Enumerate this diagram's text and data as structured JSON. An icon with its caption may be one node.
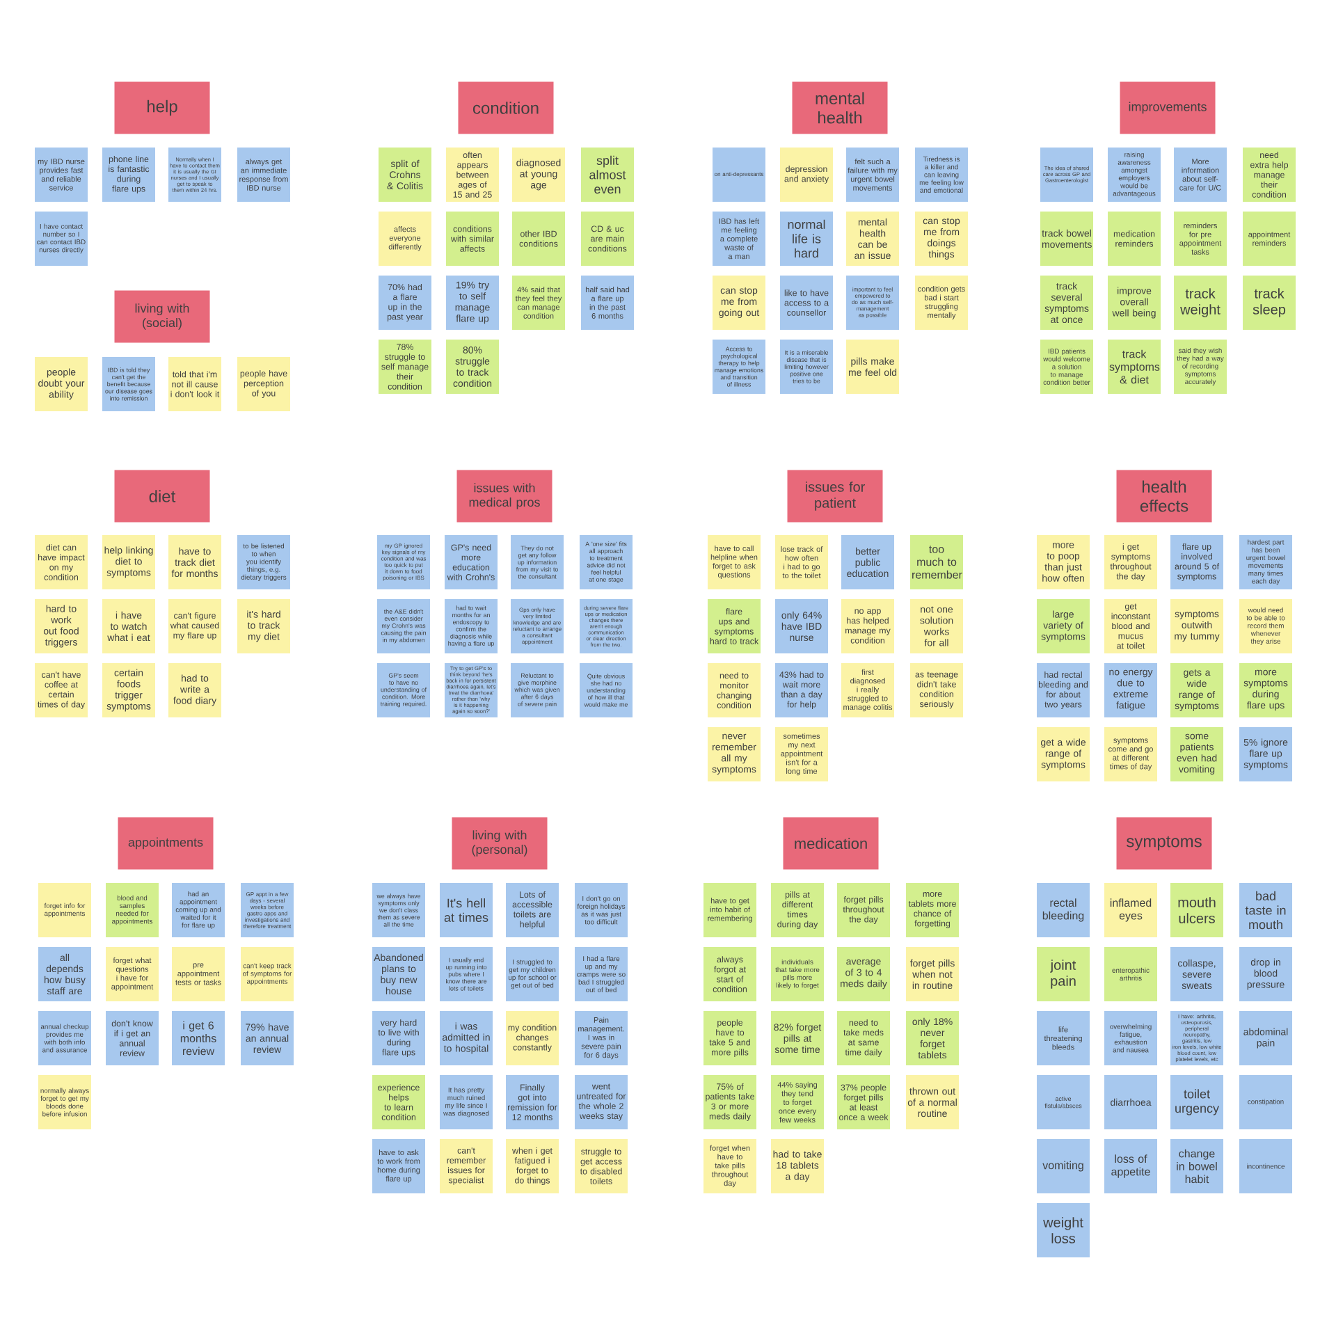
{
  "diagram": {
    "nodes": [
      {
        "text": [
          "help"
        ]
      },
      {
        "text": [
          "my IBD nurse provides fast and reliable service"
        ]
      },
      {
        "text": [
          "phone line is fantastic during flare ups"
        ]
      },
      {
        "text": [
          "Normally when I have to contact them it is usually the GI nurses and I usually get to speak to them within 24 hrs."
        ]
      },
      {
        "text": [
          "always get an immediate response from IBD nurse"
        ]
      },
      {
        "text": [
          "I have contact number so I can contact IBD nurses directly"
        ]
      },
      {
        "text": [
          "living with (social)"
        ]
      },
      {
        "text": [
          "people doubt your ability"
        ]
      },
      {
        "text": [
          "IBD is told they can't get the benefit because our disease goes into remission"
        ]
      },
      {
        "text": [
          "told that i'm not ill cause i don't look it"
        ]
      },
      {
        "text": [
          "people have perception of you"
        ]
      },
      {
        "text": [
          "condition"
        ]
      },
      {
        "text": [
          "split of Crohns & Colitis"
        ]
      },
      {
        "text": [
          "often appears between ages of 15 and 25"
        ]
      },
      {
        "text": [
          "diagnosed at young age"
        ]
      },
      {
        "text": [
          "split almost even"
        ]
      },
      {
        "text": [
          "affects everyone differently"
        ]
      },
      {
        "text": [
          "conditions with similar affects"
        ]
      },
      {
        "text": [
          "other IBD conditions"
        ]
      },
      {
        "text": [
          "CD & uc are main conditions"
        ]
      },
      {
        "text": [
          "70% had a flare up in the past year"
        ]
      },
      {
        "text": [
          "19% try to self manage flare up"
        ]
      },
      {
        "text": [
          "4% said that they feel they can manage condition"
        ]
      },
      {
        "text": [
          "half said had a flare up in the past 6 months"
        ]
      },
      {
        "text": [
          "78% struggle to self manage their condition"
        ]
      },
      {
        "text": [
          "80% struggle to track condition"
        ]
      },
      {
        "text": [
          "mental health"
        ]
      },
      {
        "text": [
          "on anti-depressants"
        ]
      },
      {
        "text": [
          "depression and anxiety"
        ]
      },
      {
        "text": [
          "felt such a failure with my urgent bowel movements"
        ]
      },
      {
        "text": [
          "Tiredness is a killer and can leaving me feeling low and emotional"
        ]
      },
      {
        "text": [
          "IBD has left me feeling a complete waste of a man"
        ]
      },
      {
        "text": [
          "normal life is hard"
        ]
      },
      {
        "text": [
          "mental health can be an issue"
        ]
      },
      {
        "text": [
          "can stop me from doings things"
        ]
      },
      {
        "text": [
          "can stop me from going out"
        ]
      },
      {
        "text": [
          "like to have access to a counsellor"
        ]
      },
      {
        "text": [
          "important to feel empowered to do as much self-management as possible"
        ]
      },
      {
        "text": [
          "condition gets bad i start struggling mentally"
        ]
      },
      {
        "text": [
          "Access to psychological therapy to help manage emotions and transition of illness"
        ]
      },
      {
        "text": [
          "It is a miserable disease that is limiting however positive one tries to be"
        ]
      },
      {
        "text": [
          "pills make me feel old"
        ]
      },
      {
        "text": [
          "improvements"
        ]
      },
      {
        "text": [
          "The idea of shared care across GP and Gastroenterologist"
        ]
      },
      {
        "text": [
          "raising awareness amongst employers would be advantageous"
        ]
      },
      {
        "text": [
          "More information about self-care for U/C"
        ]
      },
      {
        "text": [
          "need extra help manage their condition"
        ]
      },
      {
        "text": [
          "track bowel movements"
        ]
      },
      {
        "text": [
          "medication reminders"
        ]
      },
      {
        "text": [
          "reminders for pre appointment tasks"
        ]
      },
      {
        "text": [
          "appointment reminders"
        ]
      },
      {
        "text": [
          "track several symptoms at once"
        ]
      },
      {
        "text": [
          "improve overall well being"
        ]
      },
      {
        "text": [
          "track weight"
        ]
      },
      {
        "text": [
          "track sleep"
        ]
      },
      {
        "text": [
          "IBD patients would welcome a solution to manage condition better"
        ]
      },
      {
        "text": [
          "track symptoms & diet"
        ]
      },
      {
        "text": [
          "said they wish they had a way of recording symptoms accurately"
        ]
      },
      {
        "text": [
          "diet"
        ]
      },
      {
        "text": [
          "diet can have impact on my condition"
        ]
      },
      {
        "text": [
          "help linking diet to symptoms"
        ]
      },
      {
        "text": [
          "have to track diet for months"
        ]
      },
      {
        "text": [
          "to be listened to when you identify things, e.g. dietary triggers"
        ]
      },
      {
        "text": [
          "hard to work out food triggers"
        ]
      },
      {
        "text": [
          "i have to watch what i eat"
        ]
      },
      {
        "text": [
          "can't figure what caused my flare up"
        ]
      },
      {
        "text": [
          "it's hard to track my diet"
        ]
      },
      {
        "text": [
          "can't have coffee at certain times of day"
        ]
      },
      {
        "text": [
          "certain foods trigger symptoms"
        ]
      },
      {
        "text": [
          "had to write a food diary"
        ]
      },
      {
        "text": [
          "issues with medical pros"
        ]
      },
      {
        "text": [
          "my GP ignored key signals of my condition and was too quick to put it down to food poisoning or IBS"
        ]
      },
      {
        "text": [
          "GP's need more education with Crohn's"
        ]
      },
      {
        "text": [
          "They do not get any follow up information from my visit to the consultant"
        ]
      },
      {
        "text": [
          "A 'one size' fits all approach to treatment advice did not feel helpful at one stage"
        ]
      },
      {
        "text": [
          "the A&E didn't even consider my Crohn's was causing the pain in my abdomen"
        ]
      },
      {
        "text": [
          "had to wait months for an endoscopy to confirm the diagnosis while having a flare up"
        ]
      },
      {
        "text": [
          "Gps only have very limited knowledge and are reluctant to arrange a consultant appointment"
        ]
      },
      {
        "text": [
          "during severe flare ups or medication changes there aren't enough communication or clear direction from the two."
        ]
      },
      {
        "text": [
          "GP's seem to have no understanding of condition. More training required."
        ]
      },
      {
        "text": [
          "Try to get GP's to think beyond 'he's back in for persistent diarrhoea again, let's treat the diarrhoea' rather than 'why is it happening again so soon?'"
        ]
      },
      {
        "text": [
          "Reluctant to give morphine which was given after 6 days of severe pain"
        ]
      },
      {
        "text": [
          "Quite obvious she had no understanding of how ill that would make me"
        ]
      },
      {
        "text": [
          "issues for patient"
        ]
      },
      {
        "text": [
          "have to call helpline when forget to ask questions"
        ]
      },
      {
        "text": [
          "lose track of how often i had to go to the toilet"
        ]
      },
      {
        "text": [
          "better public education"
        ]
      },
      {
        "text": [
          "too much to remember"
        ]
      },
      {
        "text": [
          "flare ups and symptoms hard to track"
        ]
      },
      {
        "text": [
          "only 64% have IBD nurse"
        ]
      },
      {
        "text": [
          "no app has helped manage my condition"
        ]
      },
      {
        "text": [
          "not one solution works for all"
        ]
      },
      {
        "text": [
          "need to monitor changing condition"
        ]
      },
      {
        "text": [
          "43% had to wait more than a day for help"
        ]
      },
      {
        "text": [
          "first diagnosed i really struggled to manage colitis"
        ]
      },
      {
        "text": [
          "as teenage didn't take condition seriously"
        ]
      },
      {
        "text": [
          "never remember all my symptoms"
        ]
      },
      {
        "text": [
          "sometimes my next appointment isn't for a long time"
        ]
      },
      {
        "text": [
          "health effects"
        ]
      },
      {
        "text": [
          "more to poop than just how often"
        ]
      },
      {
        "text": [
          "i get symptoms throughout the day"
        ]
      },
      {
        "text": [
          "flare up involved around 5 of symptoms"
        ]
      },
      {
        "text": [
          "hardest part has been urgent bowel movements many times each day"
        ]
      },
      {
        "text": [
          "large variety of symptoms"
        ]
      },
      {
        "text": [
          "get inconstant blood and mucus at toilet"
        ]
      },
      {
        "text": [
          "symptoms outwith my tummy"
        ]
      },
      {
        "text": [
          "would need to be able to record them whenever they arise"
        ]
      },
      {
        "text": [
          "had rectal bleeding and for about two years"
        ]
      },
      {
        "text": [
          "no energy due to extreme fatigue"
        ]
      },
      {
        "text": [
          "gets a wide range of symptoms"
        ]
      },
      {
        "text": [
          "more symptoms during flare ups"
        ]
      },
      {
        "text": [
          "get a wide range of symptoms"
        ]
      },
      {
        "text": [
          "symptoms come and go at different times of day"
        ]
      },
      {
        "text": [
          "some patients even had vomiting"
        ]
      },
      {
        "text": [
          "5% ignore flare up symptoms"
        ]
      },
      {
        "text": [
          "appointments"
        ]
      },
      {
        "text": [
          "forget info for appointments"
        ]
      },
      {
        "text": [
          "blood and samples needed for appointments"
        ]
      },
      {
        "text": [
          "had an appointment coming up and waited for it for flare up"
        ]
      },
      {
        "text": [
          "GP appt in a few days - several weeks before gastro apps and investigations and therefore treatment"
        ]
      },
      {
        "text": [
          "all depends how busy staff are"
        ]
      },
      {
        "text": [
          "forget what questions i have for appointment"
        ]
      },
      {
        "text": [
          "pre appointment tests or tasks"
        ]
      },
      {
        "text": [
          "can't keep track of symptoms for appointments"
        ]
      },
      {
        "text": [
          "annual checkup provides me with both info and assurance"
        ]
      },
      {
        "text": [
          "don't know if i get an annual review"
        ]
      },
      {
        "text": [
          "i get 6 months review"
        ]
      },
      {
        "text": [
          "79% have an annual review"
        ]
      },
      {
        "text": [
          "normally always forget to get my bloods done before infusion"
        ]
      },
      {
        "text": [
          "living with (personal)"
        ]
      },
      {
        "text": [
          "we always have symptoms only we don't class them as severe all the time"
        ]
      },
      {
        "text": [
          "It's hell at times"
        ]
      },
      {
        "text": [
          "Lots of accessible toilets are helpful"
        ]
      },
      {
        "text": [
          "I don't go on foreign holidays as it was just too difficult"
        ]
      },
      {
        "text": [
          "Abandoned plans to buy new house"
        ]
      },
      {
        "text": [
          "I usually end up running into pubs where I know there are lots of toilets"
        ]
      },
      {
        "text": [
          "I struggled to get my children up for school or get out of bed"
        ]
      },
      {
        "text": [
          "I had a flare up and my cramps were so bad I struggled out of bed"
        ]
      },
      {
        "text": [
          "very hard to live with during flare ups"
        ]
      },
      {
        "text": [
          "i was admitted in to hospital"
        ]
      },
      {
        "text": [
          "my condition changes constantly"
        ]
      },
      {
        "text": [
          "Pain management. I was in severe pain for 6 days"
        ]
      },
      {
        "text": [
          "experience helps to learn condition"
        ]
      },
      {
        "text": [
          "It has pretty much ruined my life since I was diagnosed"
        ]
      },
      {
        "text": [
          "Finally got into remission for 12 months"
        ]
      },
      {
        "text": [
          "went untreated for the whole 2 weeks stay"
        ]
      },
      {
        "text": [
          "have to ask to work from home during flare up"
        ]
      },
      {
        "text": [
          "can't remember issues for specialist"
        ]
      },
      {
        "text": [
          "when i get fatigued i forget to do things"
        ]
      },
      {
        "text": [
          "struggle to get access to disabled toilets"
        ]
      },
      {
        "text": [
          "medication"
        ]
      },
      {
        "text": [
          "have to get into habit of remembering"
        ]
      },
      {
        "text": [
          "pills at different times during day"
        ]
      },
      {
        "text": [
          "forget pills throughout the day"
        ]
      },
      {
        "text": [
          "more tablets more chance of forgetting"
        ]
      },
      {
        "text": [
          "always forgot at start of condition"
        ]
      },
      {
        "text": [
          "individuals that take more pills more likely to forget"
        ]
      },
      {
        "text": [
          "average of 3 to 4 meds daily"
        ]
      },
      {
        "text": [
          "forget pills when not in routine"
        ]
      },
      {
        "text": [
          "people have to take 5 and more pills"
        ]
      },
      {
        "text": [
          "82% forget pills at some time"
        ]
      },
      {
        "text": [
          "need to take meds at same time daily"
        ]
      },
      {
        "text": [
          "only 18% never forget tablets"
        ]
      },
      {
        "text": [
          "75% of patients take 3 or more meds daily"
        ]
      },
      {
        "text": [
          "44% saying they tend to forget once every few weeks"
        ]
      },
      {
        "text": [
          "37% people forget pills at least once a week"
        ]
      },
      {
        "text": [
          "thrown out of a normal routine"
        ]
      },
      {
        "text": [
          "forget when have to take pills throughout day"
        ]
      },
      {
        "text": [
          "had to take 18 tablets a day"
        ]
      },
      {
        "text": [
          "symptoms"
        ]
      },
      {
        "text": [
          "rectal bleeding"
        ]
      },
      {
        "text": [
          "inflamed eyes"
        ]
      },
      {
        "text": [
          "mouth ulcers"
        ]
      },
      {
        "text": [
          "bad taste in mouth"
        ]
      },
      {
        "text": [
          "joint pain"
        ]
      },
      {
        "text": [
          "enteropathic arthritis"
        ]
      },
      {
        "text": [
          "collaspe, severe sweats"
        ]
      },
      {
        "text": [
          "drop in blood pressure"
        ]
      },
      {
        "text": [
          "life threatening bleeds"
        ]
      },
      {
        "text": [
          "overwhelming fatigue, exhaustion and nausea"
        ]
      },
      {
        "text": [
          "I have: arthritis, osteoporosis, peripheral neuropathy, gastritis, low iron levels, low white blood count, low platelet levels, etc"
        ]
      },
      {
        "text": [
          "abdominal pain"
        ]
      },
      {
        "text": [
          "active fistula/absces"
        ]
      },
      {
        "text": [
          "diarrhoea"
        ]
      },
      {
        "text": [
          "toilet urgency"
        ]
      },
      {
        "text": [
          "constipation"
        ]
      },
      {
        "text": [
          "vomiting"
        ]
      },
      {
        "text": [
          "loss of appetite"
        ]
      },
      {
        "text": [
          "change in bowel habit"
        ]
      },
      {
        "text": [
          "incontinence"
        ]
      },
      {
        "text": [
          "weight loss"
        ]
      }
    ]
  }
}
